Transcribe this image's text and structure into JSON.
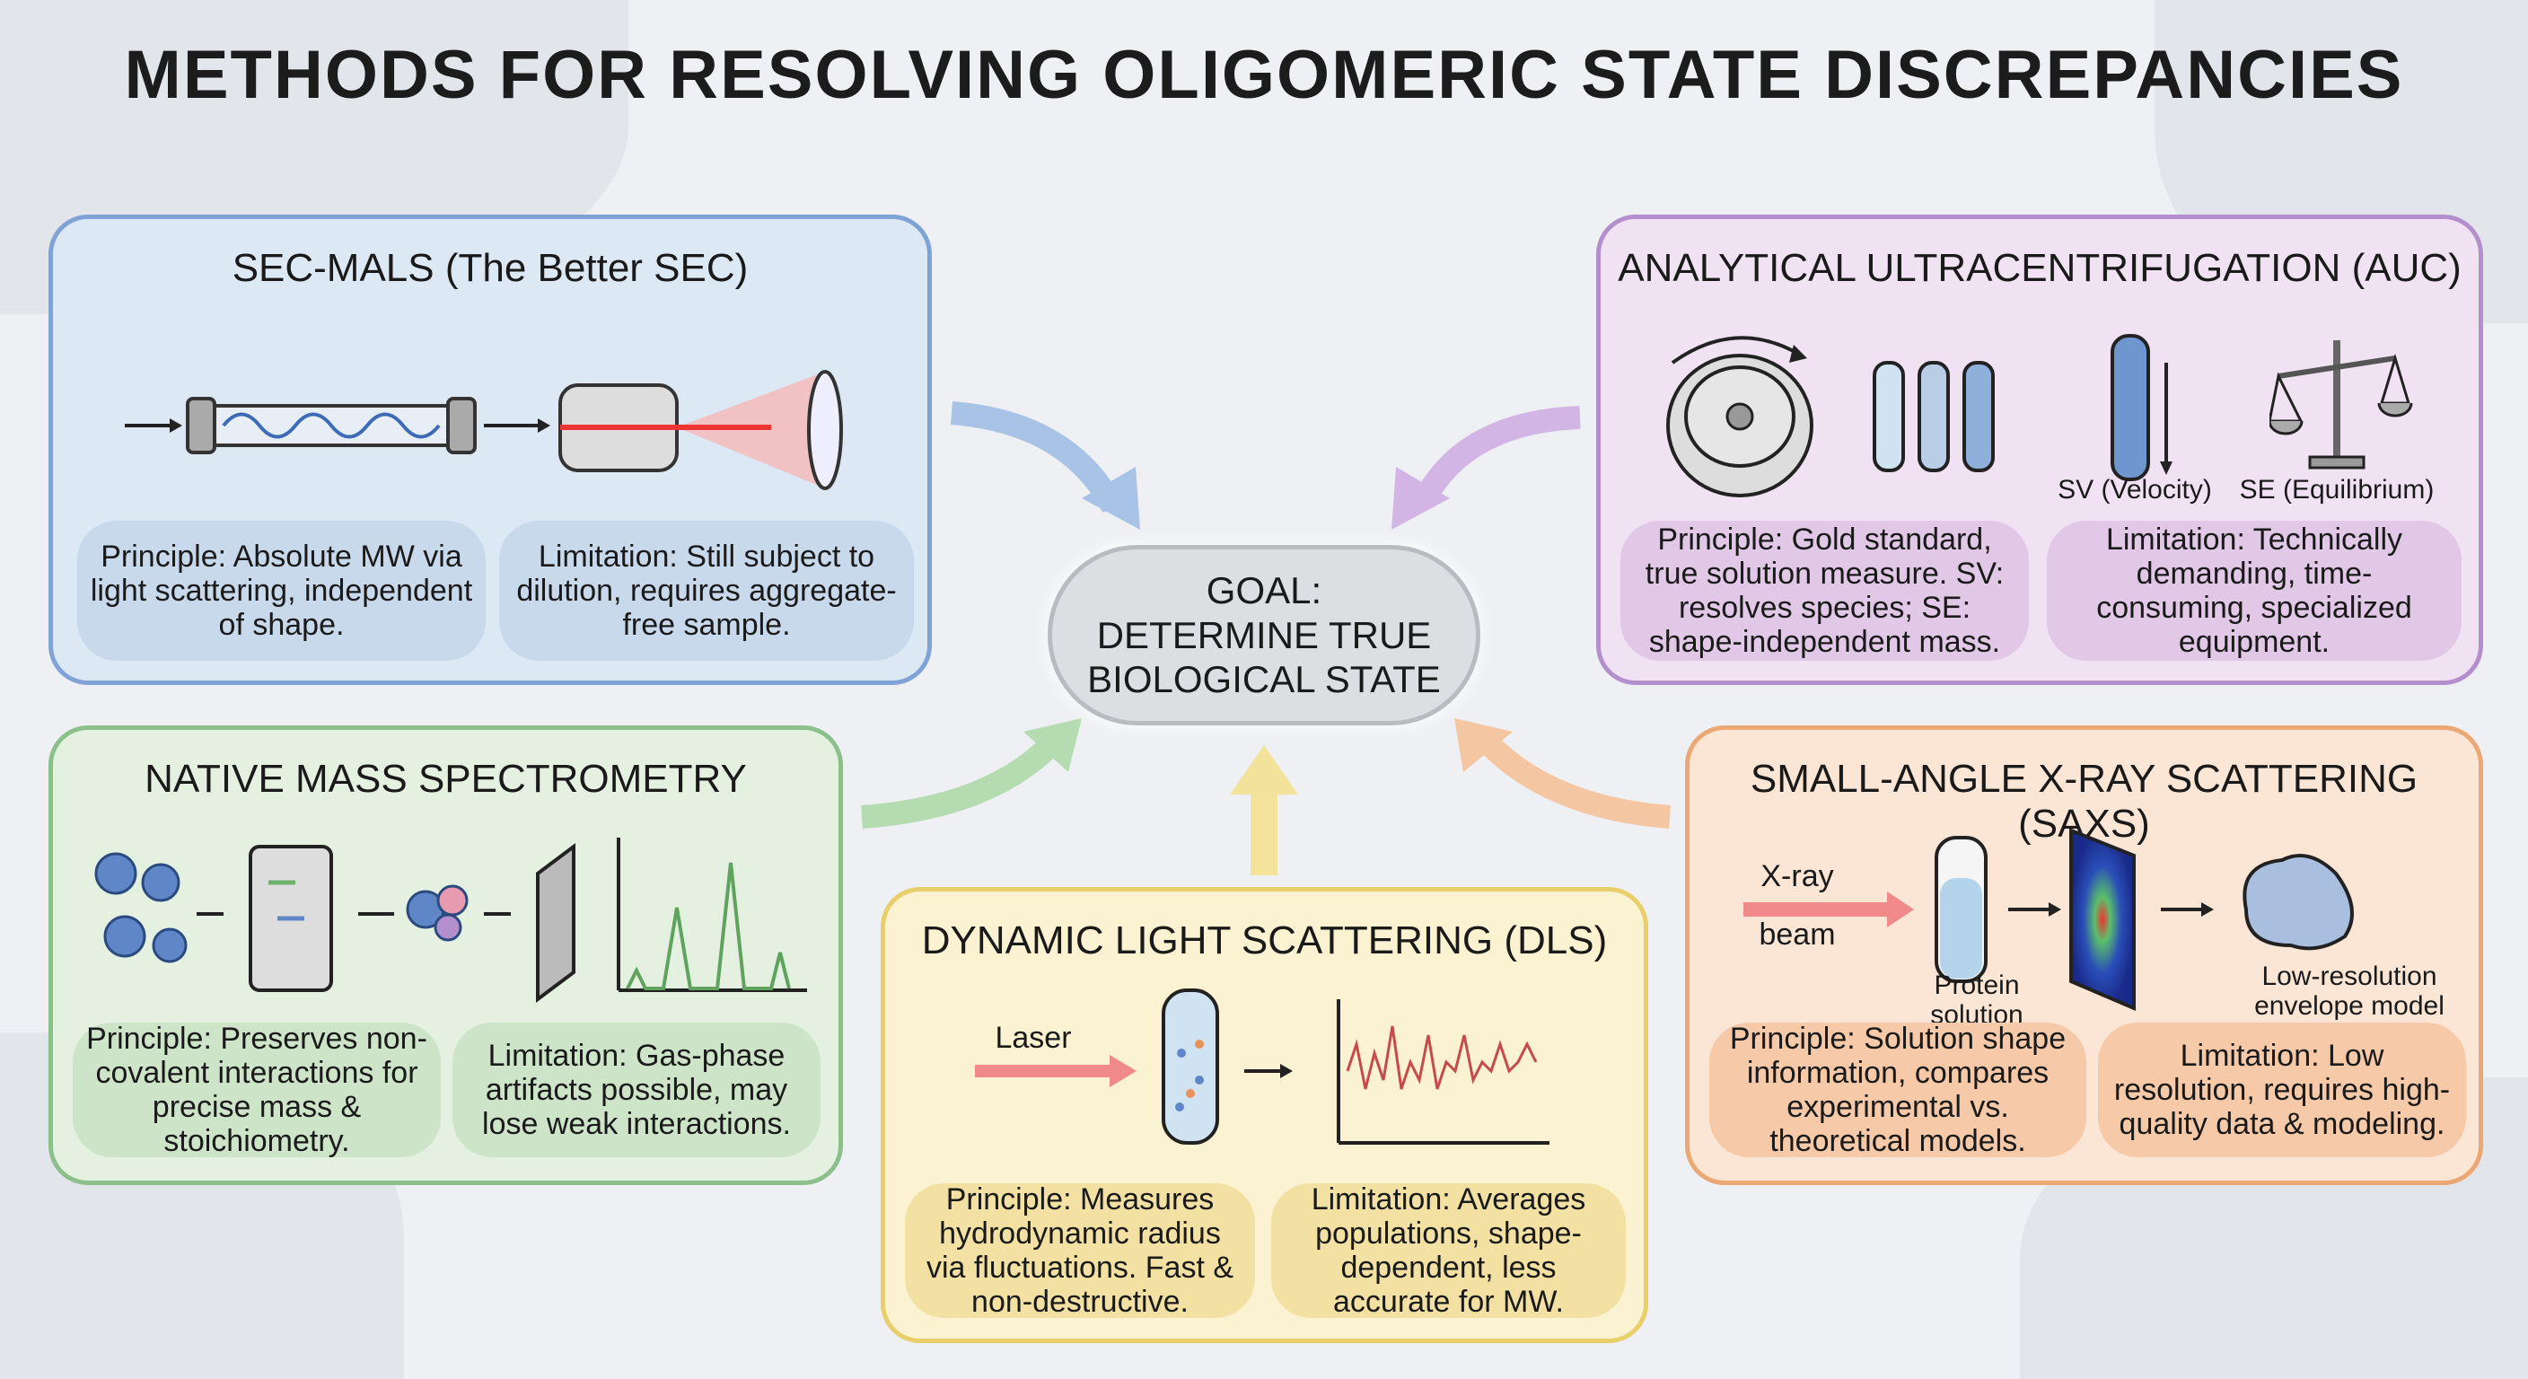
{
  "title": "METHODS FOR RESOLVING OLIGOMERIC STATE DISCREPANCIES",
  "goal": {
    "line1": "GOAL:",
    "line2": "DETERMINE TRUE",
    "line3": "BIOLOGICAL STATE"
  },
  "sec_mals": {
    "title": "SEC-MALS (The Better SEC)",
    "principle": "Principle: Absolute MW via light scattering, independent of shape.",
    "limitation": "Limitation: Still subject to dilution, requires aggregate-free sample.",
    "color": "#7fa3d6"
  },
  "auc": {
    "title": "ANALYTICAL ULTRACENTRIFUGATION (AUC)",
    "sv_label": "SV (Velocity)",
    "se_label": "SE (Equilibrium)",
    "principle": "Principle: Gold standard, true solution measure. SV: resolves species; SE: shape-independent mass.",
    "limitation": "Limitation: Technically demanding, time-consuming, specialized equipment.",
    "color": "#b48fce"
  },
  "native_ms": {
    "title": "NATIVE MASS SPECTROMETRY",
    "principle": "Principle: Preserves non-covalent interactions for precise mass & stoichiometry.",
    "limitation": "Limitation: Gas-phase artifacts possible, may lose weak interactions.",
    "color": "#8cc08a"
  },
  "dls": {
    "title": "DYNAMIC LIGHT SCATTERING (DLS)",
    "laser_label": "Laser",
    "principle": "Principle: Measures hydrodynamic radius via fluctuations. Fast & non-destructive.",
    "limitation": "Limitation: Averages populations, shape-dependent, less accurate for MW.",
    "color": "#e8cf6a"
  },
  "saxs": {
    "title": "SMALL-ANGLE X-RAY SCATTERING (SAXS)",
    "xray_label": "X-ray",
    "beam_label": "beam",
    "sample_label": "Protein solution",
    "model_label": "Low-resolution envelope model",
    "principle": "Principle: Solution shape information, compares experimental vs. theoretical models.",
    "limitation": "Limitation: Low resolution, requires high-quality data & modeling.",
    "color": "#eba774"
  }
}
